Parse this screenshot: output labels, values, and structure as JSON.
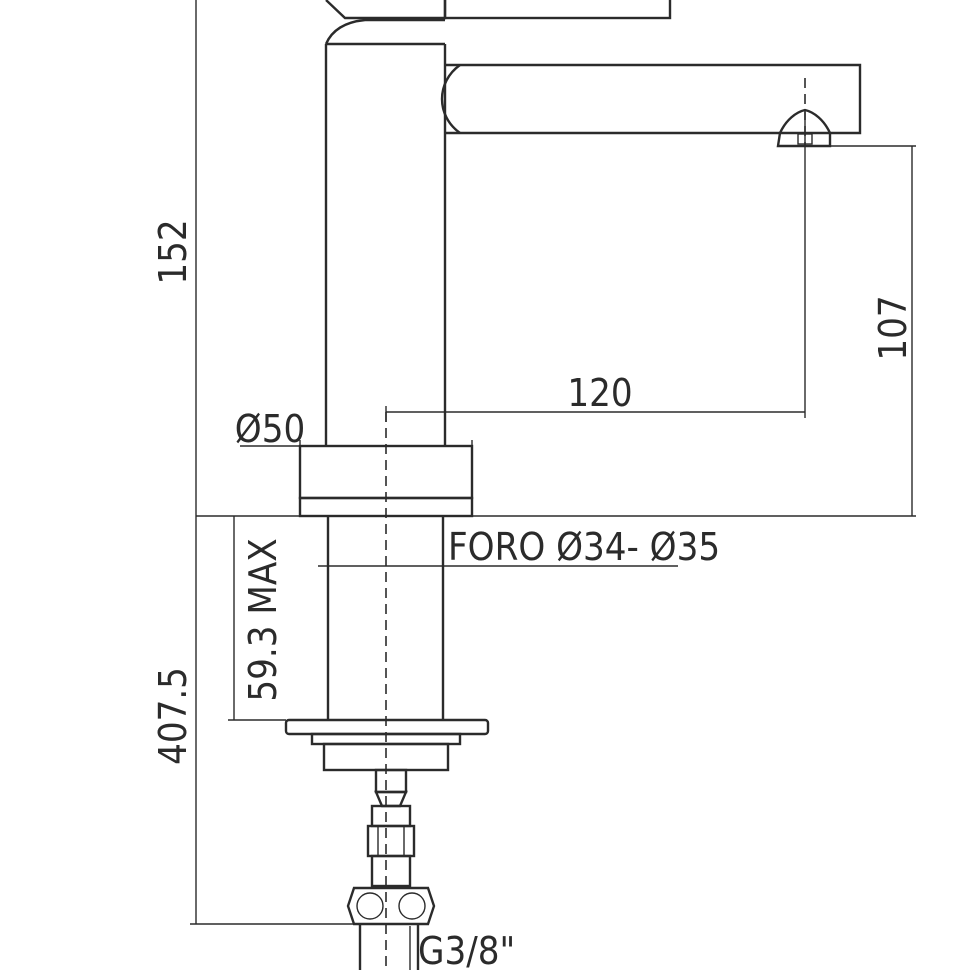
{
  "drawing": {
    "dimensions": {
      "height_total": "152",
      "spout_height": "107",
      "spout_reach": "120",
      "base_diameter": "Ø50",
      "hole": "FORO Ø34- Ø35",
      "deck_thickness": "59.3 MAX",
      "hose_length": "407.5",
      "connection": "G3/8\""
    },
    "colors": {
      "line": "#2b2b2b",
      "background": "#ffffff"
    }
  }
}
